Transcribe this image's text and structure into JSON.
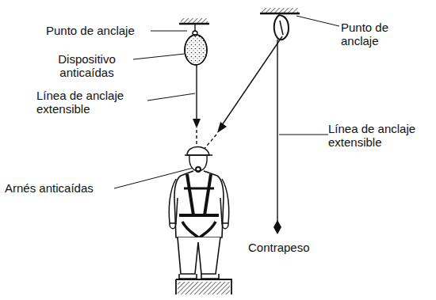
{
  "diagram": {
    "labels": [
      "Punto de anclaje",
      "Dispositivo anticaídas",
      "Línea de anclaje extensible",
      "Arnés anticaídas",
      "Punto de anclaje",
      "Línea de anclaje extensible",
      "Contrapeso"
    ]
  }
}
